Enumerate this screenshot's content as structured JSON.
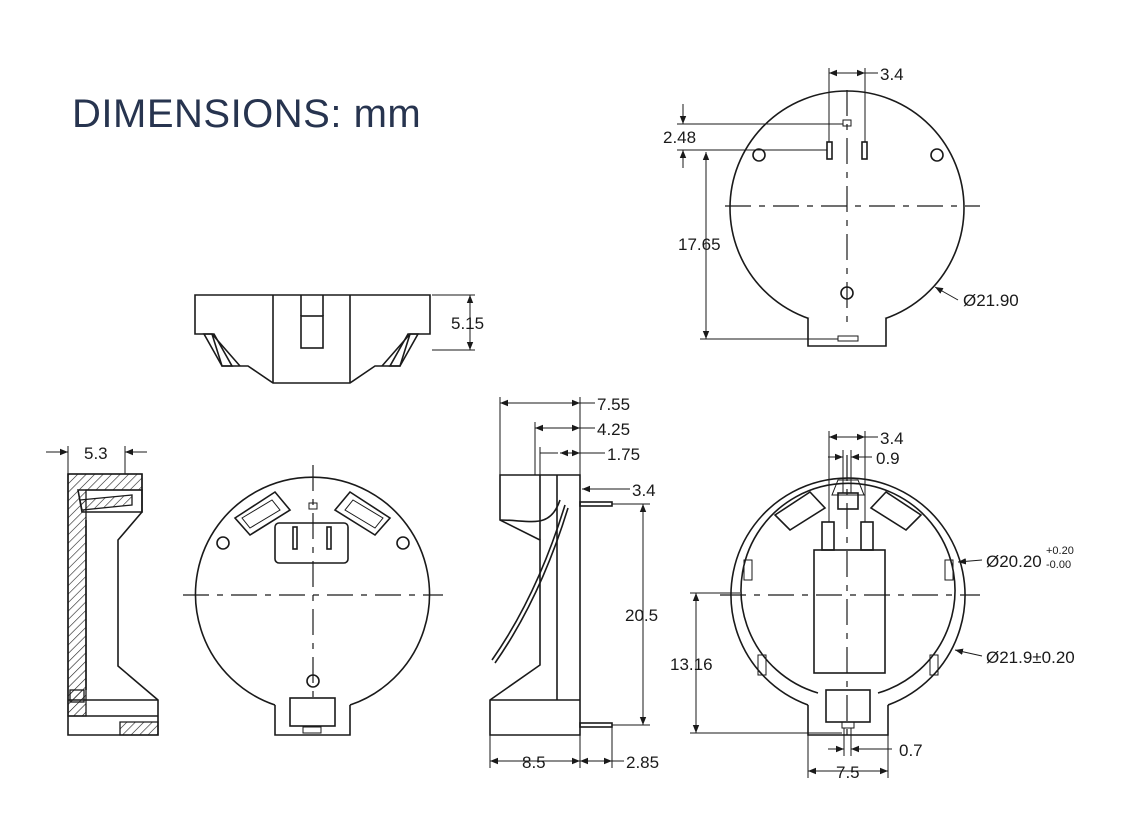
{
  "title": "DIMENSIONS: mm",
  "views": {
    "top_right": {
      "dim_pin_spacing": "3.4",
      "dim_pad_offset": "2.48",
      "dim_height": "17.65",
      "dim_diameter": "Ø21.90"
    },
    "side_small": {
      "dim_height": "5.15"
    },
    "section": {
      "dim_width": "5.3"
    },
    "side_profile": {
      "dim_a": "7.55",
      "dim_b": "4.25",
      "dim_c": "1.75",
      "dim_d": "3.4",
      "dim_e": "20.5",
      "dim_f": "8.5",
      "dim_g": "2.85"
    },
    "bottom_right": {
      "dim_pin_spacing": "3.4",
      "dim_pin_width": "0.9",
      "dim_inner_diameter": "Ø20.20",
      "tol_plus": "+0.20",
      "tol_minus": "-0.00",
      "dim_outer_diameter": "Ø21.9±0.20",
      "dim_height": "13.16",
      "dim_tab": "0.7",
      "dim_base": "7.5"
    }
  }
}
